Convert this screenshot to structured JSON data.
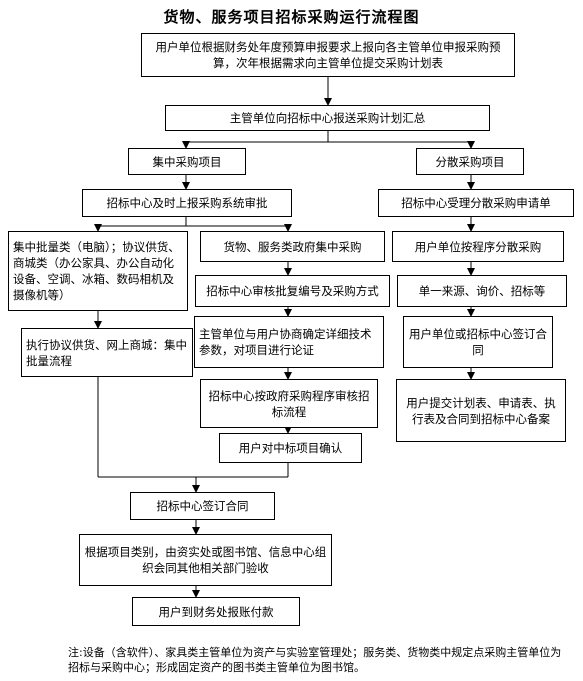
{
  "title": "货物、服务项目招标采购运行流程图",
  "nodes": {
    "start": "用户单位根据财务处年度预算申报要求上报向各主管单位申报采购预算，次年根据需求向主管单位提交采购计划表",
    "summary": "主管单位向招标中心报送采购计划汇总",
    "central": "集中采购项目",
    "decentral": "分散采购项目",
    "central_report": "招标中心及时上报采购系统审批",
    "decentral_accept": "招标中心受理分散采购申请单",
    "batch": "集中批量类（电脑）；协议供货、商城类（办公家具、办公自动化设备、空调、冰箱、数码相机及摄像机等）",
    "gov_central": "货物、服务类政府集中采购",
    "user_procedure": "用户单位按程序分散采购",
    "review_number": "招标中心审核批复编号及采购方式",
    "single_source": "单一来源、询价、招标等",
    "negotiate": "主管单位与用户协商确定详细技术参数，对项目进行论证",
    "sign_user": "用户单位或招标中心签订合同",
    "execute_agreement": "执行协议供货、网上商城：集中批量流程",
    "gov_review": "招标中心按政府采购程序审核招标流程",
    "submit_record": "用户提交计划表、申请表、执行表及合同到招标中心备案",
    "confirm_winner": "用户对中标项目确认",
    "sign_center": "招标中心签订合同",
    "acceptance": "根据项目类别，由资实处或图书馆、信息中心组织会同其他相关部门验收",
    "payment": "用户到财务处报账付款"
  },
  "note": "注:设备（含软件）、家具类主管单位为资产与实验室管理处；服务类、货物类中规定点采购主管单位为招标与采购中心；形成固定资产的图书类主管单位为图书馆。"
}
